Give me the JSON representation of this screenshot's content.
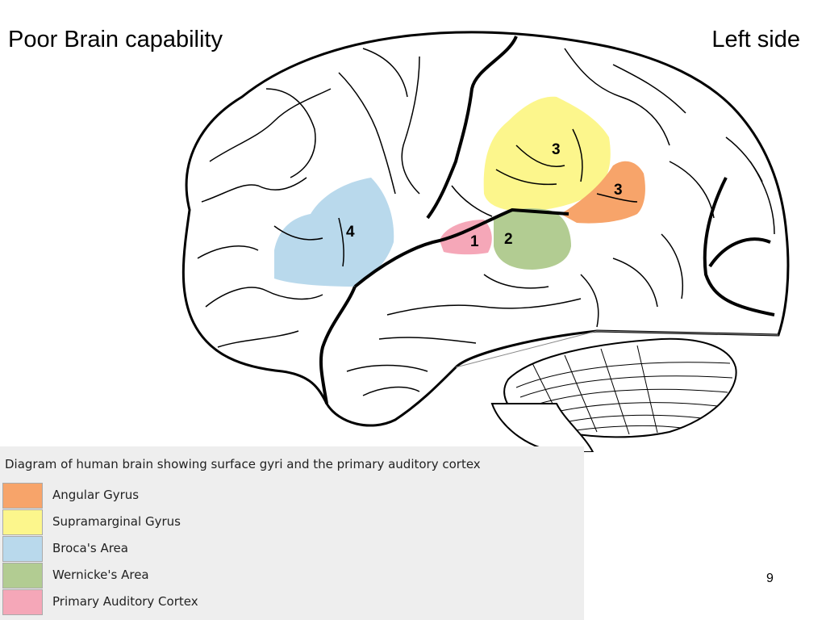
{
  "slide": {
    "title": "Poor Brain capability",
    "side_label": "Left side",
    "page_number": "9"
  },
  "diagram": {
    "region_labels": {
      "supramarginal": "3",
      "angular": "3",
      "broca": "4",
      "auditory": "1",
      "wernicke": "2"
    }
  },
  "legend": {
    "caption": "Diagram of human brain showing surface gyri and the primary auditory cortex",
    "items": [
      {
        "label": "Angular Gyrus",
        "color": "#f7a46a"
      },
      {
        "label": "Supramarginal Gyrus",
        "color": "#fcf68c"
      },
      {
        "label": "Broca's Area",
        "color": "#b9d9ec"
      },
      {
        "label": "Wernicke's Area",
        "color": "#b2cc92"
      },
      {
        "label": "Primary Auditory Cortex",
        "color": "#f5a7b8"
      }
    ]
  }
}
